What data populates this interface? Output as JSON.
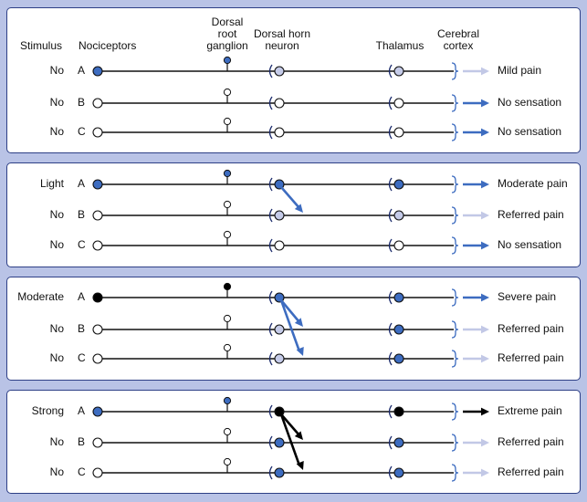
{
  "colors": {
    "background": "#b9c3e6",
    "panel_border": "#2d3f86",
    "fill_active": "#3d6cc0",
    "fill_light": "#c5cbe8",
    "fill_strong": "#000000",
    "fill_none": "#ffffff",
    "arrow_active": "#3d6cc0",
    "arrow_faint": "#c2c8e6",
    "arrow_strong": "#000000"
  },
  "headers": {
    "stimulus": "Stimulus",
    "nociceptors": "Nociceptors",
    "drg": "Dorsal\nroot\nganglion",
    "dorsal_horn": "Dorsal horn\nneuron",
    "thalamus": "Thalamus",
    "cortex": "Cerebral\ncortex"
  },
  "panels": [
    {
      "rows": [
        {
          "stimulus": "No",
          "fiber": "A",
          "nociceptor": "active",
          "drg": "active",
          "horn": "light",
          "thalamus": "light",
          "cortex_arrow": "faint",
          "outcome": "Mild pain"
        },
        {
          "stimulus": "No",
          "fiber": "B",
          "nociceptor": "none",
          "drg": "none",
          "horn": "none",
          "thalamus": "none",
          "cortex_arrow": "active",
          "outcome": "No sensation"
        },
        {
          "stimulus": "No",
          "fiber": "C",
          "nociceptor": "none",
          "drg": "none",
          "horn": "none",
          "thalamus": "none",
          "cortex_arrow": "active",
          "outcome": "No sensation"
        }
      ],
      "convergence": []
    },
    {
      "rows": [
        {
          "stimulus": "Light",
          "fiber": "A",
          "nociceptor": "active",
          "drg": "active",
          "horn": "active",
          "thalamus": "active",
          "cortex_arrow": "active",
          "outcome": "Moderate pain"
        },
        {
          "stimulus": "No",
          "fiber": "B",
          "nociceptor": "none",
          "drg": "none",
          "horn": "light",
          "thalamus": "light",
          "cortex_arrow": "faint",
          "outcome": "Referred pain"
        },
        {
          "stimulus": "No",
          "fiber": "C",
          "nociceptor": "none",
          "drg": "none",
          "horn": "none",
          "thalamus": "none",
          "cortex_arrow": "active",
          "outcome": "No sensation"
        }
      ],
      "convergence": [
        {
          "to_row": 1,
          "color": "active"
        }
      ]
    },
    {
      "rows": [
        {
          "stimulus": "Moderate",
          "fiber": "A",
          "nociceptor": "strong",
          "drg": "strong",
          "horn": "active",
          "thalamus": "active",
          "cortex_arrow": "active",
          "outcome": "Severe pain"
        },
        {
          "stimulus": "No",
          "fiber": "B",
          "nociceptor": "none",
          "drg": "none",
          "horn": "light",
          "thalamus": "active",
          "cortex_arrow": "faint",
          "outcome": "Referred pain"
        },
        {
          "stimulus": "No",
          "fiber": "C",
          "nociceptor": "none",
          "drg": "none",
          "horn": "light",
          "thalamus": "active",
          "cortex_arrow": "faint",
          "outcome": "Referred pain"
        }
      ],
      "convergence": [
        {
          "to_row": 1,
          "color": "active"
        },
        {
          "to_row": 2,
          "color": "active"
        }
      ]
    },
    {
      "rows": [
        {
          "stimulus": "Strong",
          "fiber": "A",
          "nociceptor": "active",
          "drg": "active",
          "horn": "strong",
          "thalamus": "strong",
          "cortex_arrow": "strong",
          "outcome": "Extreme pain"
        },
        {
          "stimulus": "No",
          "fiber": "B",
          "nociceptor": "none",
          "drg": "none",
          "horn": "active",
          "thalamus": "active",
          "cortex_arrow": "faint",
          "outcome": "Referred pain"
        },
        {
          "stimulus": "No",
          "fiber": "C",
          "nociceptor": "none",
          "drg": "none",
          "horn": "active",
          "thalamus": "active",
          "cortex_arrow": "faint",
          "outcome": "Referred pain"
        }
      ],
      "convergence": [
        {
          "to_row": 1,
          "color": "strong"
        },
        {
          "to_row": 2,
          "color": "strong"
        }
      ]
    }
  ]
}
